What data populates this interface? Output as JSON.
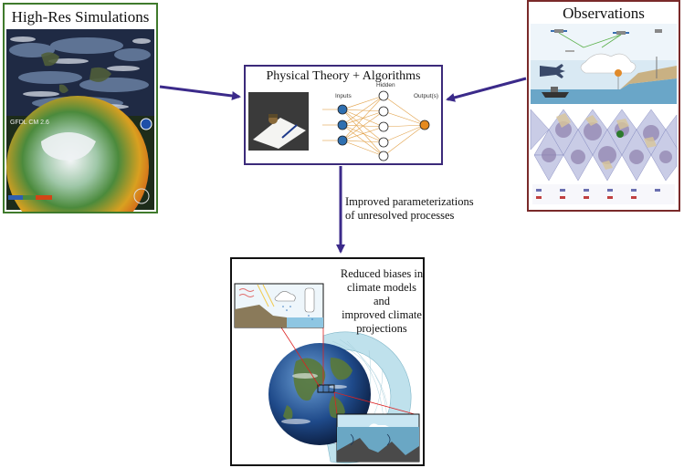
{
  "simulations": {
    "title": "High-Res Simulations",
    "model_label": "GFDL CM 2.6"
  },
  "observations": {
    "title": "Observations"
  },
  "theory": {
    "title": "Physical Theory + Algorithms",
    "nn_inputs": "Inputs",
    "nn_hidden": "Hidden",
    "nn_outputs": "Output(s)"
  },
  "arrow_label": {
    "line1": "Improved parameterizations",
    "line2": "of unresolved processes"
  },
  "result": {
    "line1": "Reduced biases in",
    "line2": "climate models and",
    "line3": "improved climate",
    "line4": "projections"
  },
  "colors": {
    "sim_border": "#3f7a2c",
    "obs_border": "#7a2a2a",
    "theory_border": "#3b2a7a",
    "arrow": "#3b2a8a",
    "nn_input_node": "#2f6fb0",
    "nn_output_node": "#e58a1f",
    "nn_edge": "#e2a24a"
  }
}
